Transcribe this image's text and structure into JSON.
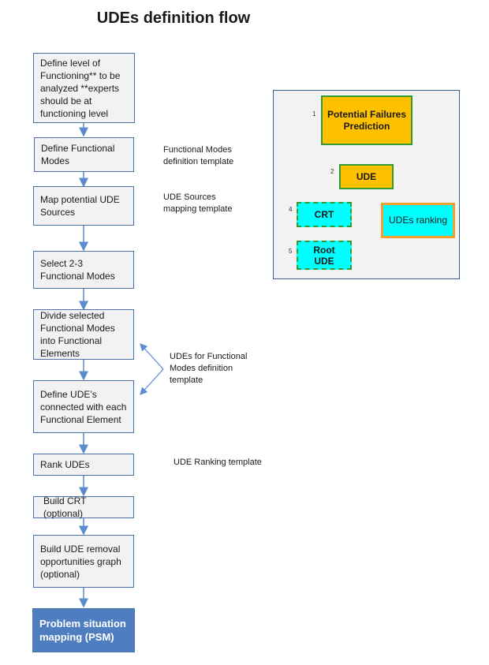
{
  "title": "UDEs definition flow",
  "steps": [
    {
      "text": "Define level of Functioning** to be analyzed **experts should be at functioning level"
    },
    {
      "text": "Define Functional Modes"
    },
    {
      "text": "Map potential UDE Sources"
    },
    {
      "text": "Select 2-3 Functional Modes"
    },
    {
      "text": "Divide selected Functional Modes into Functional Elements"
    },
    {
      "text": "Define UDE’s connected with each Functional Element"
    },
    {
      "text": "Rank UDEs"
    },
    {
      "text": "Build CRT (optional)"
    },
    {
      "text": "Build UDE  removal opportunities graph (optional)"
    },
    {
      "text": "Problem situation mapping (PSM)"
    }
  ],
  "notes": {
    "functional_modes_template": "Functional Modes definition template",
    "ude_sources_template": "UDE Sources mapping template",
    "udes_functional_modes_template": "UDEs  for Functional Modes definition template",
    "ude_ranking_template": "UDE Ranking template"
  },
  "panel": {
    "potential_failures": {
      "num": "1",
      "label": "Potential Failures Prediction"
    },
    "ude": {
      "num": "2",
      "label": "UDE"
    },
    "crt": {
      "num": "4",
      "label": "CRT"
    },
    "udes_ranking": {
      "label": "UDEs ranking"
    },
    "root_ude": {
      "num": "5",
      "label": "Root UDE"
    }
  },
  "colors": {
    "step_border": "#4a72a8",
    "step_fill": "#f2f2f2",
    "final_fill": "#4f7ec0",
    "arrow": "#5b8ccc",
    "orange": "#ffc000",
    "cyan": "#00ffff",
    "green_border": "#339933",
    "rank_border": "#f0a030"
  }
}
